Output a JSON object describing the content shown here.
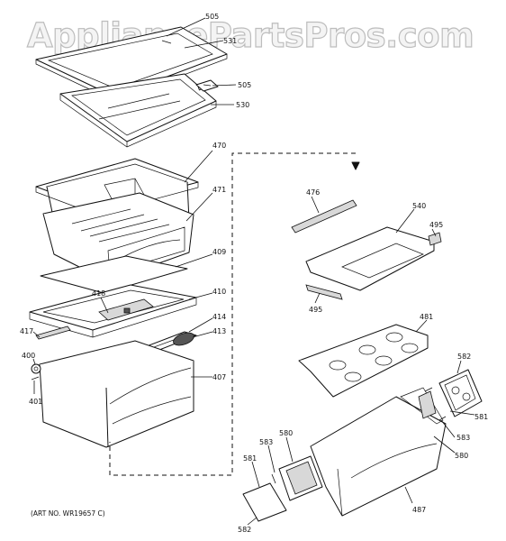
{
  "watermark": "AppliancePartsPros.com",
  "art_number": "(ART NO. WR19657 C)",
  "labels": {
    "l505a": "505",
    "l531": "531",
    "l505b": "505",
    "l530": "530",
    "l470": "470",
    "l471": "471",
    "l409": "409",
    "l418": "418",
    "l410": "410",
    "l414": "414",
    "l417": "417",
    "l413": "413",
    "l400": "400",
    "l401": "401",
    "l407": "407",
    "l476": "476",
    "l540": "540",
    "l495a": "495",
    "l495b": "495",
    "l481": "481",
    "l582a": "582",
    "l581a": "581",
    "l583a": "583",
    "l580a": "580",
    "l583b": "583",
    "l580b": "580",
    "l581b": "581",
    "l582b": "582",
    "l487": "487"
  }
}
